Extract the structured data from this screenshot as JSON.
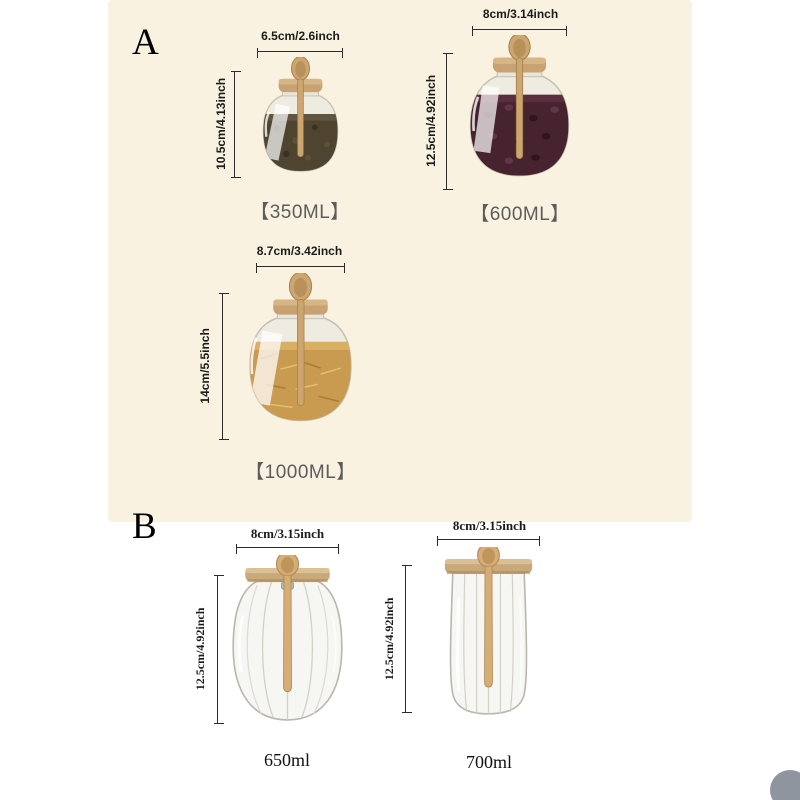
{
  "colors": {
    "panel_a_background": "#f9f2e0",
    "page_background": "#ffffff",
    "wood": "#c9a674",
    "glass_outline": "#b9b6ac",
    "dimension_text": "#1b1b1b",
    "volume_text_section_a": "#5c5c5c",
    "volume_text_section_b": "#111111"
  },
  "section_a": {
    "label": "A",
    "jars": [
      {
        "width_dim": "6.5cm/2.6inch",
        "height_dim": "10.5cm/4.13inch",
        "volume": "【350ML】"
      },
      {
        "width_dim": "8cm/3.14inch",
        "height_dim": "12.5cm/4.92inch",
        "volume": "【600ML】"
      },
      {
        "width_dim": "8.7cm/3.42inch",
        "height_dim": "14cm/5.5inch",
        "volume": "【1000ML】"
      }
    ]
  },
  "section_b": {
    "label": "B",
    "jars": [
      {
        "width_dim": "8cm/3.15inch",
        "height_dim": "12.5cm/4.92inch",
        "volume": "650ml"
      },
      {
        "width_dim": "8cm/3.15inch",
        "height_dim": "12.5cm/4.92inch",
        "volume": "700ml"
      }
    ]
  }
}
